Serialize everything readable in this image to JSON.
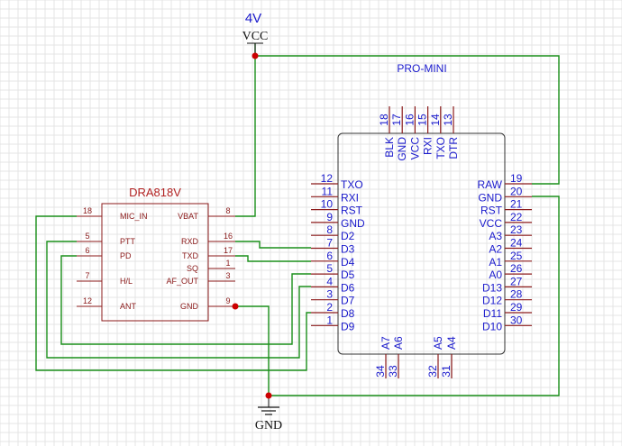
{
  "colors": {
    "grid": "#e2e2e2",
    "wire": "#1a8f1a",
    "part_outline": "#8b1a1a",
    "part_text": "#8b1a1a",
    "pin_line": "#8b1a1a",
    "promini_text": "#1a1acc",
    "junction": "#cc0000",
    "power_text": "#1a1acc"
  },
  "power": {
    "voltage_label": "4V",
    "vcc_label": "VCC",
    "gnd_label": "GND"
  },
  "dra818v": {
    "title": "DRA818V",
    "left_pins": [
      {
        "number": "18",
        "name": "MIC_IN"
      },
      {
        "number": "5",
        "name": "PTT"
      },
      {
        "number": "6",
        "name": "PD"
      },
      {
        "number": "7",
        "name": "H/L"
      },
      {
        "number": "12",
        "name": "ANT"
      }
    ],
    "right_pins": [
      {
        "number": "8",
        "name": "VBAT"
      },
      {
        "number": "16",
        "name": "RXD"
      },
      {
        "number": "17",
        "name": "TXD"
      },
      {
        "number": "1",
        "name": "SQ"
      },
      {
        "number": "3",
        "name": "AF_OUT"
      },
      {
        "number": "9",
        "name": "GND"
      }
    ]
  },
  "promini": {
    "title": "PRO-MINI",
    "top_pins": [
      {
        "number": "18",
        "name": "BLK"
      },
      {
        "number": "17",
        "name": "GND"
      },
      {
        "number": "16",
        "name": "VCC"
      },
      {
        "number": "15",
        "name": "RXI"
      },
      {
        "number": "14",
        "name": "TXO"
      },
      {
        "number": "13",
        "name": "DTR"
      }
    ],
    "left_pins": [
      {
        "number": "12",
        "name": "TXO"
      },
      {
        "number": "11",
        "name": "RXI"
      },
      {
        "number": "10",
        "name": "RST"
      },
      {
        "number": "9",
        "name": "GND"
      },
      {
        "number": "8",
        "name": "D2"
      },
      {
        "number": "7",
        "name": "D3"
      },
      {
        "number": "6",
        "name": "D4"
      },
      {
        "number": "5",
        "name": "D5"
      },
      {
        "number": "4",
        "name": "D6"
      },
      {
        "number": "3",
        "name": "D7"
      },
      {
        "number": "2",
        "name": "D8"
      },
      {
        "number": "1",
        "name": "D9"
      }
    ],
    "right_pins": [
      {
        "number": "19",
        "name": "RAW"
      },
      {
        "number": "20",
        "name": "GND"
      },
      {
        "number": "21",
        "name": "RST"
      },
      {
        "number": "22",
        "name": "VCC"
      },
      {
        "number": "23",
        "name": "A3"
      },
      {
        "number": "24",
        "name": "A2"
      },
      {
        "number": "25",
        "name": "A1"
      },
      {
        "number": "26",
        "name": "A0"
      },
      {
        "number": "27",
        "name": "D13"
      },
      {
        "number": "28",
        "name": "D12"
      },
      {
        "number": "29",
        "name": "D11"
      },
      {
        "number": "30",
        "name": "D10"
      }
    ],
    "bottom_pins": [
      {
        "number": "34",
        "name": "A7"
      },
      {
        "number": "33",
        "name": "A6"
      },
      {
        "number": "32",
        "name": "A5"
      },
      {
        "number": "31",
        "name": "A4"
      }
    ]
  }
}
